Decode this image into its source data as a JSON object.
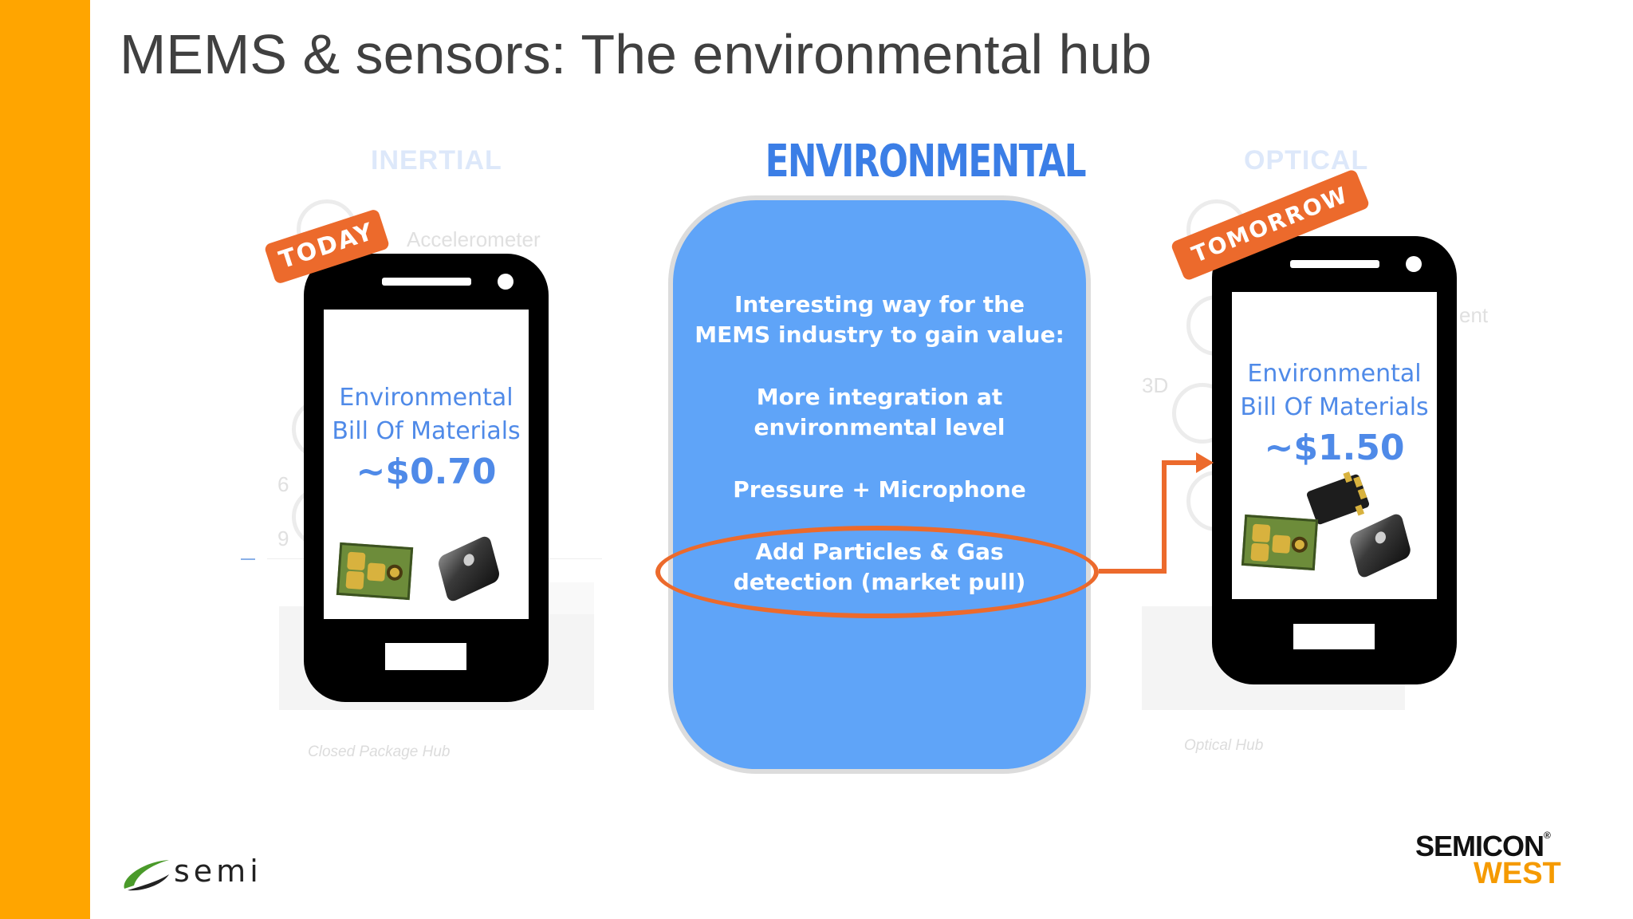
{
  "slide": {
    "title": "MEMS & sensors: The environmental hub"
  },
  "background": {
    "inertial_label": "INERTIAL",
    "optical_label": "OPTICAL",
    "accelerometer": "Accelerometer",
    "ent_fragment": "ent",
    "three_d": "3D",
    "six": "6",
    "nine": "9",
    "closed_hub": "Closed Package Hub",
    "optical_hub": "Optical Hub"
  },
  "today": {
    "tag": "TODAY",
    "bom_line1": "Environmental",
    "bom_line2": "Bill Of Materials",
    "price": "~$0.70"
  },
  "tomorrow": {
    "tag": "TOMORROW",
    "bom_line1": "Environmental",
    "bom_line2": "Bill Of Materials",
    "price": "~$1.50"
  },
  "center": {
    "heading": "ENVIRONMENTAL",
    "line1": "Interesting way for the",
    "line2": "MEMS industry to gain value:",
    "line3": "More integration at",
    "line4": "environmental level",
    "line5": "Pressure + Microphone",
    "line6": "Add Particles & Gas",
    "line7": "detection (market pull)"
  },
  "logos": {
    "semi": "semi",
    "semicon": "SEMICON",
    "west": "WEST",
    "registered": "®"
  },
  "colors": {
    "accent_orange": "#ffa500",
    "tag_orange": "#ec6a2c",
    "panel_blue": "#5fa4f8",
    "text_blue": "#4f8ae8"
  }
}
